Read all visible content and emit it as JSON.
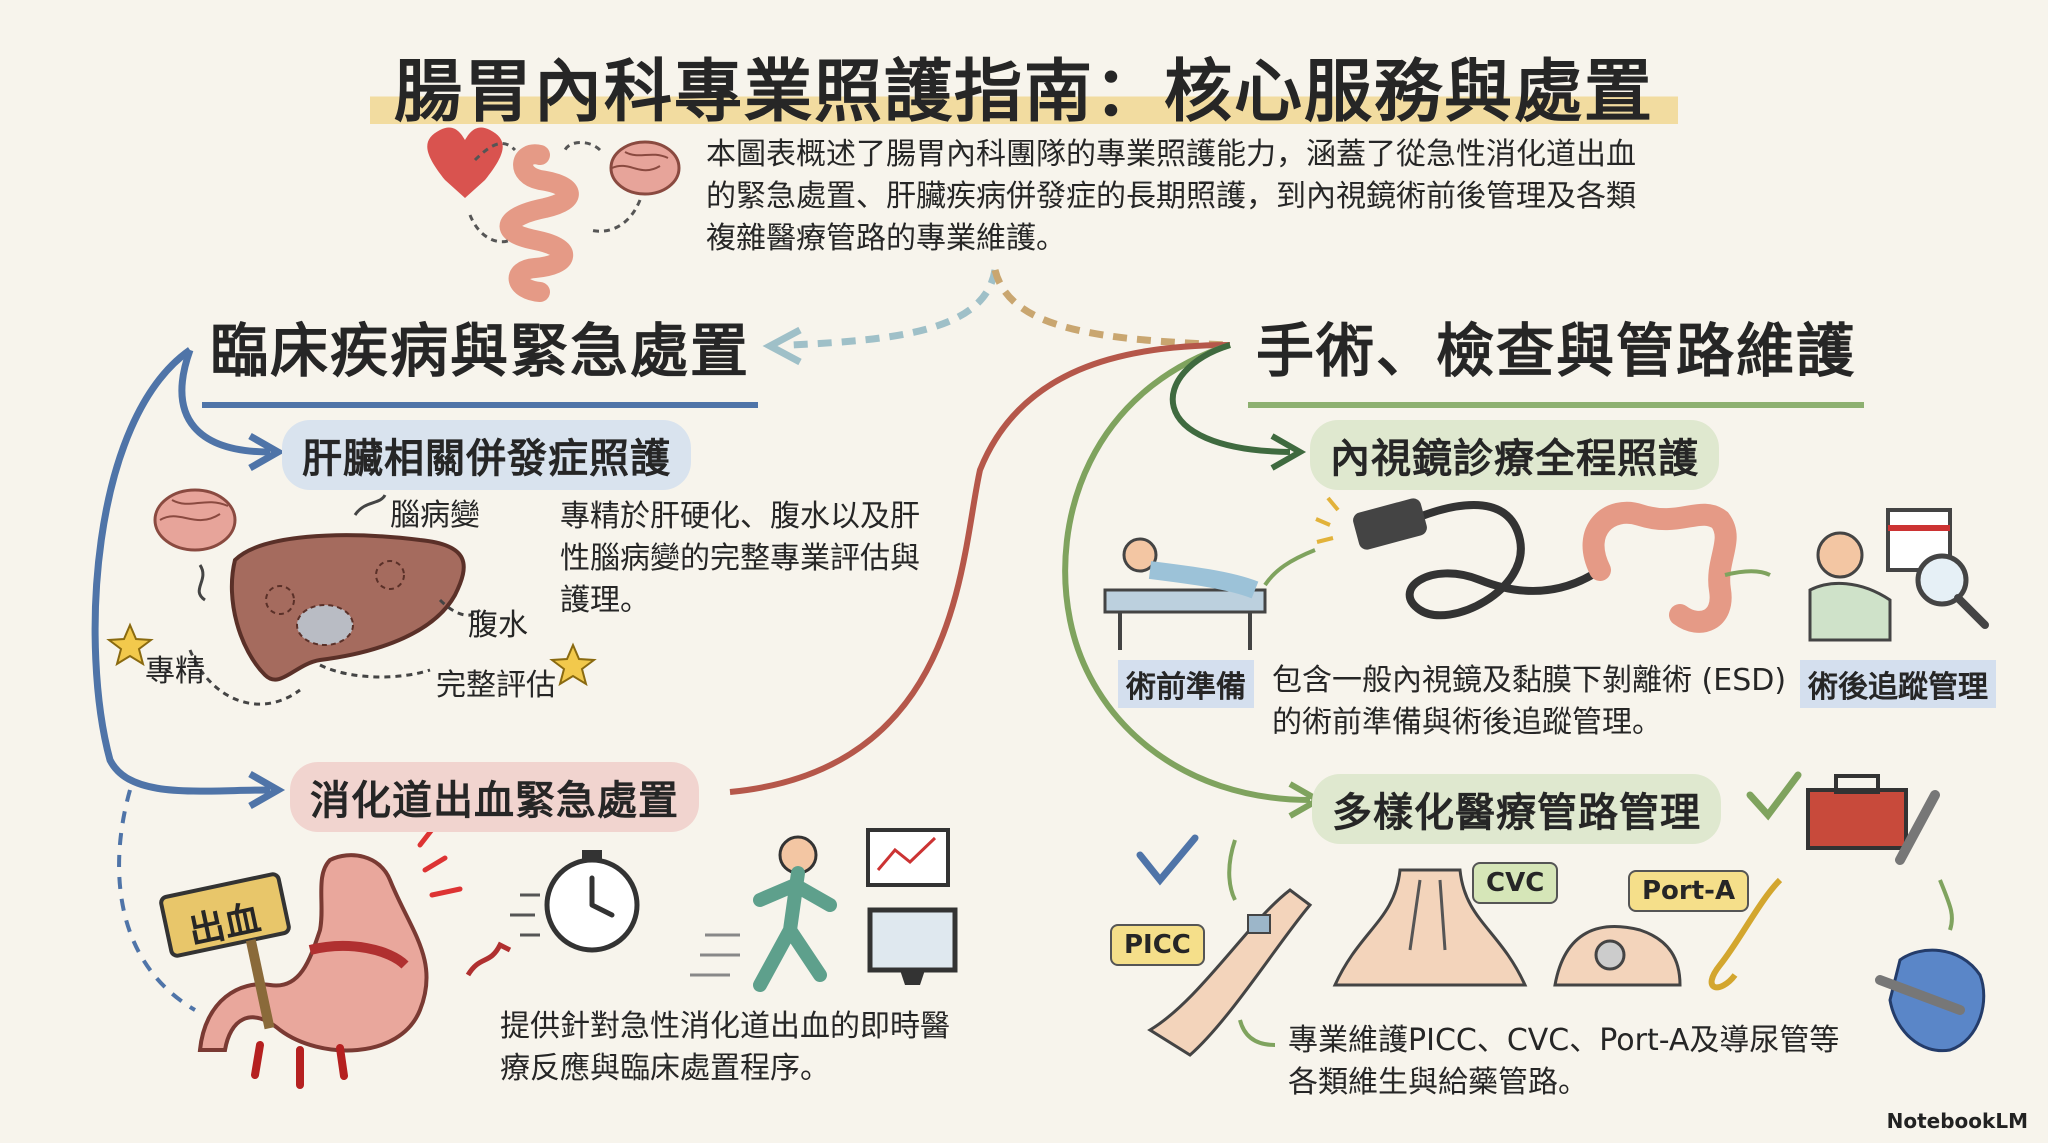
{
  "title": "腸胃內科專業照護指南：核心服務與處置",
  "intro": "本圖表概述了腸胃內科團隊的專業照護能力，涵蓋了從急性消化道出血的緊急處置、肝臟疾病併發症的長期照護，到內視鏡術前後管理及各類複雜醫療管路的專業維護。",
  "left_section": {
    "title": "臨床疾病與緊急處置",
    "liver": {
      "title": "肝臟相關併發症照護",
      "desc": "專精於肝硬化、腹水以及肝性腦病變的完整專業評估與護理。",
      "labels": {
        "brain": "腦病變",
        "ascites": "腹水",
        "specialty": "專精",
        "assessment": "完整評估"
      }
    },
    "bleeding": {
      "title": "消化道出血緊急處置",
      "desc": "提供針對急性消化道出血的即時醫療反應與臨床處置程序。",
      "sign": "出血"
    }
  },
  "right_section": {
    "title": "手術、檢查與管路維護",
    "endoscopy": {
      "title": "內視鏡診療全程照護",
      "pre_label": "術前準備",
      "post_label": "術後追蹤管理",
      "desc": "包含一般內視鏡及黏膜下剝離術 (ESD) 的術前準備與術後追蹤管理。"
    },
    "lines": {
      "title": "多樣化醫療管路管理",
      "tags": {
        "picc": "PICC",
        "cvc": "CVC",
        "porta": "Port-A"
      },
      "desc": "專業維護PICC、CVC、Port-A及導尿管等各類維生與給藥管路。"
    }
  },
  "watermark": "NotebookLM",
  "colors": {
    "blue": "#4f74a8",
    "red": "#b5574a",
    "green": "#7fa35e",
    "highlight": "#f2dca0"
  }
}
